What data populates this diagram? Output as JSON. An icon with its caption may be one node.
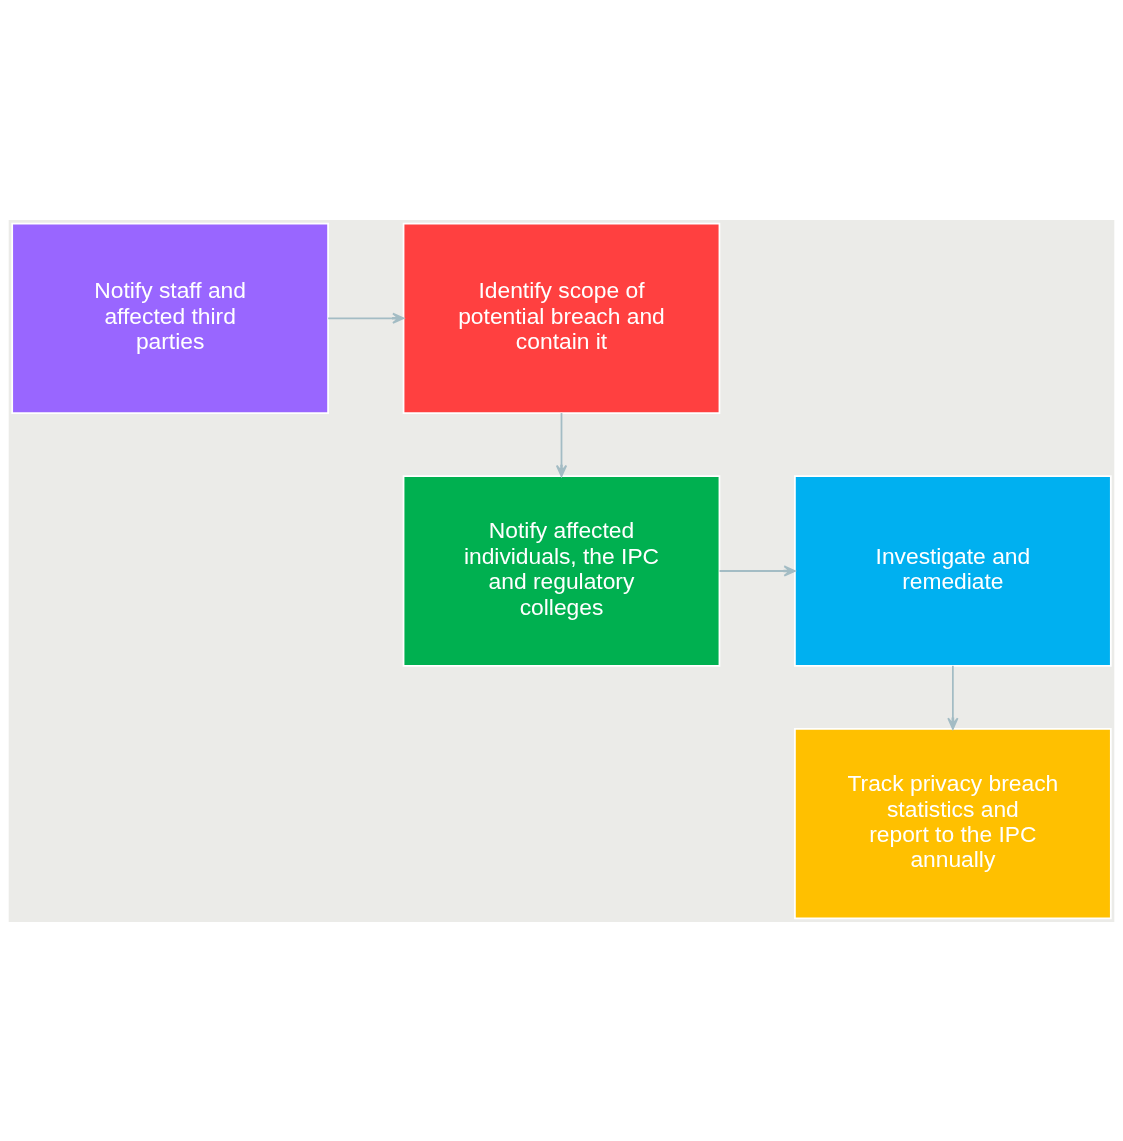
{
  "diagram": {
    "nodes": [
      {
        "text": [
          "Notify staff and affected third parties"
        ]
      },
      {
        "text": [
          "Identify scope of potential breach and contain it"
        ]
      },
      {
        "text": [
          "Notify affected individuals, the IPC and regulatory colleges"
        ]
      },
      {
        "text": [
          "Investigate and remediate"
        ]
      },
      {
        "text": [
          "Track privacy breach statistics and report to the IPC annually"
        ]
      }
    ],
    "edges": [
      {
        "from": 0,
        "to": 1,
        "arrow": "to"
      },
      {
        "from": 1,
        "to": 2,
        "arrow": "to"
      },
      {
        "from": 2,
        "to": 3,
        "arrow": "to"
      },
      {
        "from": 3,
        "to": 4,
        "arrow": "to"
      }
    ]
  }
}
